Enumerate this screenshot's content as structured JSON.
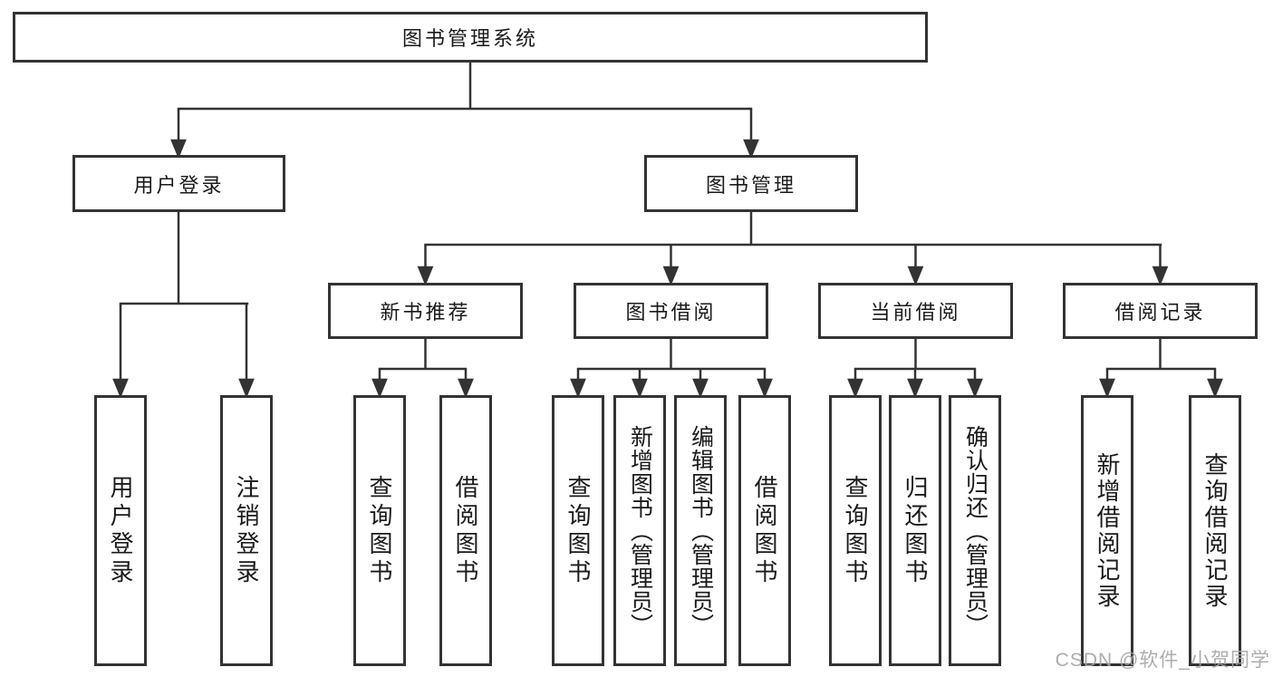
{
  "diagram_title": "图书管理系统",
  "tree": {
    "label": "图书管理系统",
    "children": [
      {
        "label": "用户登录",
        "children": [
          {
            "label": "用户登录"
          },
          {
            "label": "注销登录"
          }
        ]
      },
      {
        "label": "图书管理",
        "children": [
          {
            "label": "新书推荐",
            "children": [
              {
                "label": "查询图书"
              },
              {
                "label": "借阅图书"
              }
            ]
          },
          {
            "label": "图书借阅",
            "children": [
              {
                "label": "查询图书"
              },
              {
                "label": "新增图书（管理员）"
              },
              {
                "label": "编辑图书（管理员）"
              },
              {
                "label": "借阅图书"
              }
            ]
          },
          {
            "label": "当前借阅",
            "children": [
              {
                "label": "查询图书"
              },
              {
                "label": "归还图书"
              },
              {
                "label": "确认归还（管理员）"
              }
            ]
          },
          {
            "label": "借阅记录",
            "children": [
              {
                "label": "新增借阅记录"
              },
              {
                "label": "查询借阅记录"
              }
            ]
          }
        ]
      }
    ]
  },
  "watermark": {
    "text": "CSDN @软件_小贺同学"
  },
  "colors": {
    "line": "#333333",
    "box_border": "#333333",
    "text": "#1a1a1a",
    "watermark": "#a4a4a4",
    "background": "#ffffff"
  }
}
